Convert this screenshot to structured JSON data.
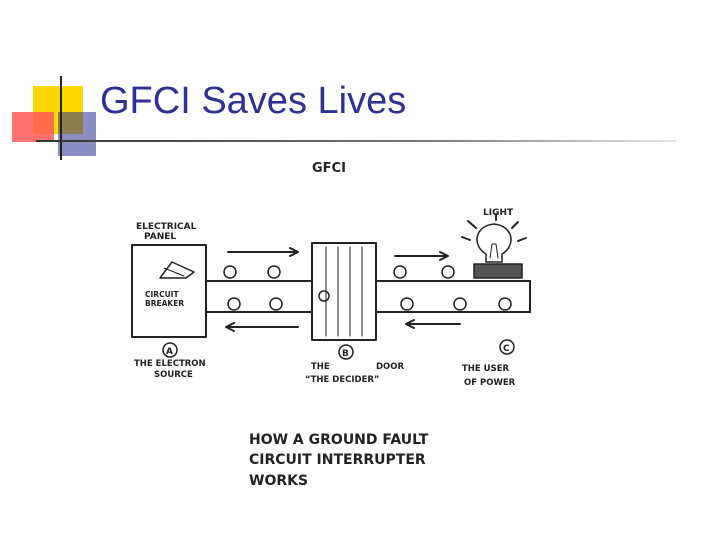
{
  "slide": {
    "title": "GFCI Saves Lives",
    "accent_colors": {
      "title": "#2e3192",
      "yellow": "#ffd700",
      "red": "#ff3c3c",
      "blue": "#2e3192"
    }
  },
  "diagram": {
    "heading": "GFCI",
    "panel_label": [
      "ELECTRICAL",
      "PANEL"
    ],
    "breaker_label": [
      "CIRCUIT",
      "BREAKER"
    ],
    "light_label": "LIGHT",
    "marker_a": "A",
    "marker_b": "B",
    "marker_c": "C",
    "caption_a": [
      "THE ELECTRON",
      "SOURCE"
    ],
    "caption_b_the": "THE",
    "caption_b_door": "DOOR",
    "caption_b_decider": "“THE DECIDER”",
    "caption_c": [
      "THE USER",
      "OF POWER"
    ],
    "footer": [
      "HOW A GROUND FAULT",
      "CIRCUIT INTERRUPTER",
      "WORKS"
    ]
  }
}
